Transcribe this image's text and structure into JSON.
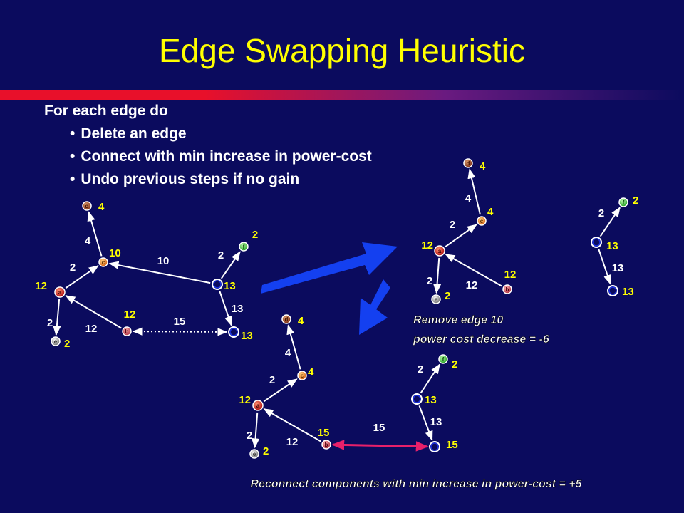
{
  "title": "Edge Swapping Heuristic",
  "intro": "For each edge do",
  "steps": [
    "Delete an edge",
    "Connect with min increase in power-cost",
    "Undo previous steps if no gain"
  ],
  "bullet_char": "•",
  "notes": {
    "remove_line1": "Remove edge 10",
    "remove_line2": "power cost decrease = -6",
    "reconnect": "Reconnect components with min increase in power-cost = +5"
  },
  "colors": {
    "background": "#0b0b5e",
    "title": "#ffff00",
    "power_label": "#ffff00",
    "edge_label": "#ffffff",
    "edge": "#ffffff",
    "swap_edge": "#e8206a",
    "arrow": "#1440f0"
  },
  "graphs": {
    "initial": {
      "nodes": [
        {
          "id": "d",
          "power": "4"
        },
        {
          "id": "c",
          "power": "10"
        },
        {
          "id": "a",
          "power": "12"
        },
        {
          "id": "e",
          "power": "2"
        },
        {
          "id": "b",
          "power": "12"
        },
        {
          "id": "f",
          "power": "2"
        },
        {
          "id": "g",
          "power": "13"
        },
        {
          "id": "h",
          "power": "13"
        }
      ],
      "edges": [
        {
          "from": "c",
          "to": "d",
          "label": "4"
        },
        {
          "from": "a",
          "to": "c",
          "label": "2"
        },
        {
          "from": "g",
          "to": "c",
          "label": "10"
        },
        {
          "from": "g",
          "to": "f",
          "label": "2"
        },
        {
          "from": "a",
          "to": "e",
          "label": "2"
        },
        {
          "from": "b",
          "to": "a",
          "label": "12"
        },
        {
          "from": "g",
          "to": "h",
          "label": "13"
        },
        {
          "from": "b",
          "to": "h",
          "label": "15"
        }
      ]
    },
    "removed_left": {
      "nodes": [
        {
          "id": "d",
          "power": "4"
        },
        {
          "id": "c",
          "power": "4"
        },
        {
          "id": "a",
          "power": "12"
        },
        {
          "id": "e",
          "power": "2"
        },
        {
          "id": "b",
          "power": "12"
        }
      ],
      "edges": [
        {
          "from": "c",
          "to": "d",
          "label": "4"
        },
        {
          "from": "a",
          "to": "c",
          "label": "2"
        },
        {
          "from": "a",
          "to": "e",
          "label": "2"
        },
        {
          "from": "b",
          "to": "a",
          "label": "12"
        }
      ]
    },
    "removed_right": {
      "nodes": [
        {
          "id": "f",
          "power": "2"
        },
        {
          "id": "g",
          "power": "13"
        },
        {
          "id": "h",
          "power": "13"
        }
      ],
      "edges": [
        {
          "from": "g",
          "to": "f",
          "label": "2"
        },
        {
          "from": "g",
          "to": "h",
          "label": "13"
        }
      ]
    },
    "reconnected": {
      "nodes": [
        {
          "id": "d",
          "power": "4"
        },
        {
          "id": "c",
          "power": "4"
        },
        {
          "id": "a",
          "power": "12"
        },
        {
          "id": "e",
          "power": "2"
        },
        {
          "id": "b",
          "power": "15"
        },
        {
          "id": "f",
          "power": "2"
        },
        {
          "id": "g",
          "power": "13"
        },
        {
          "id": "h",
          "power": "15"
        }
      ],
      "edges": [
        {
          "from": "c",
          "to": "d",
          "label": "4"
        },
        {
          "from": "a",
          "to": "c",
          "label": "2"
        },
        {
          "from": "a",
          "to": "e",
          "label": "2"
        },
        {
          "from": "b",
          "to": "a",
          "label": "12"
        },
        {
          "from": "g",
          "to": "f",
          "label": "2"
        },
        {
          "from": "g",
          "to": "h",
          "label": "13"
        },
        {
          "from": "b",
          "to": "h",
          "label": "15"
        }
      ]
    }
  }
}
